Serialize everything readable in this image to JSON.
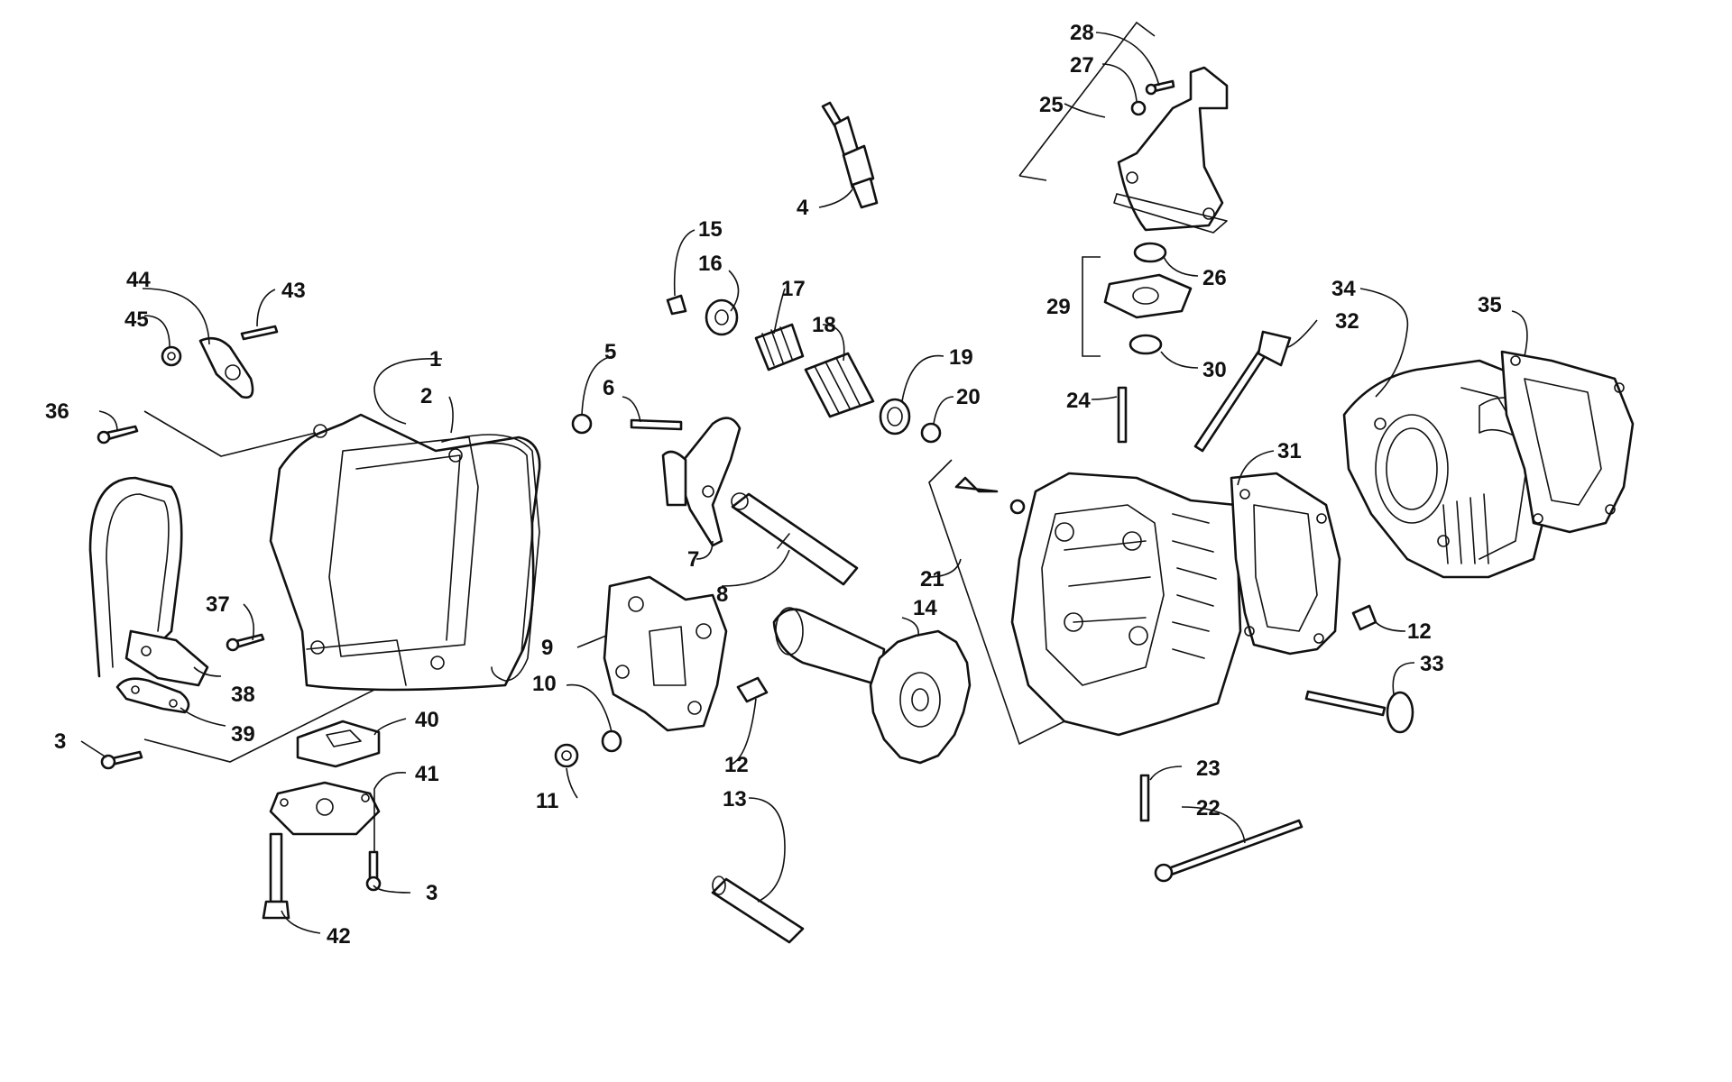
{
  "callouts": {
    "c1": "1",
    "c2": "2",
    "c3a": "3",
    "c3b": "3",
    "c4": "4",
    "c5": "5",
    "c6": "6",
    "c7": "7",
    "c8": "8",
    "c9": "9",
    "c10": "10",
    "c11": "11",
    "c12a": "12",
    "c12b": "12",
    "c13": "13",
    "c14": "14",
    "c15": "15",
    "c16": "16",
    "c17": "17",
    "c18": "18",
    "c19": "19",
    "c20": "20",
    "c21": "21",
    "c22": "22",
    "c23": "23",
    "c24": "24",
    "c25": "25",
    "c26": "26",
    "c27": "27",
    "c28": "28",
    "c29": "29",
    "c30": "30",
    "c31": "31",
    "c32": "32",
    "c33": "33",
    "c34": "34",
    "c35": "35",
    "c36": "36",
    "c37": "37",
    "c38": "38",
    "c39": "39",
    "c40": "40",
    "c41": "41",
    "c42": "42",
    "c43": "43",
    "c44": "44",
    "c45": "45"
  }
}
